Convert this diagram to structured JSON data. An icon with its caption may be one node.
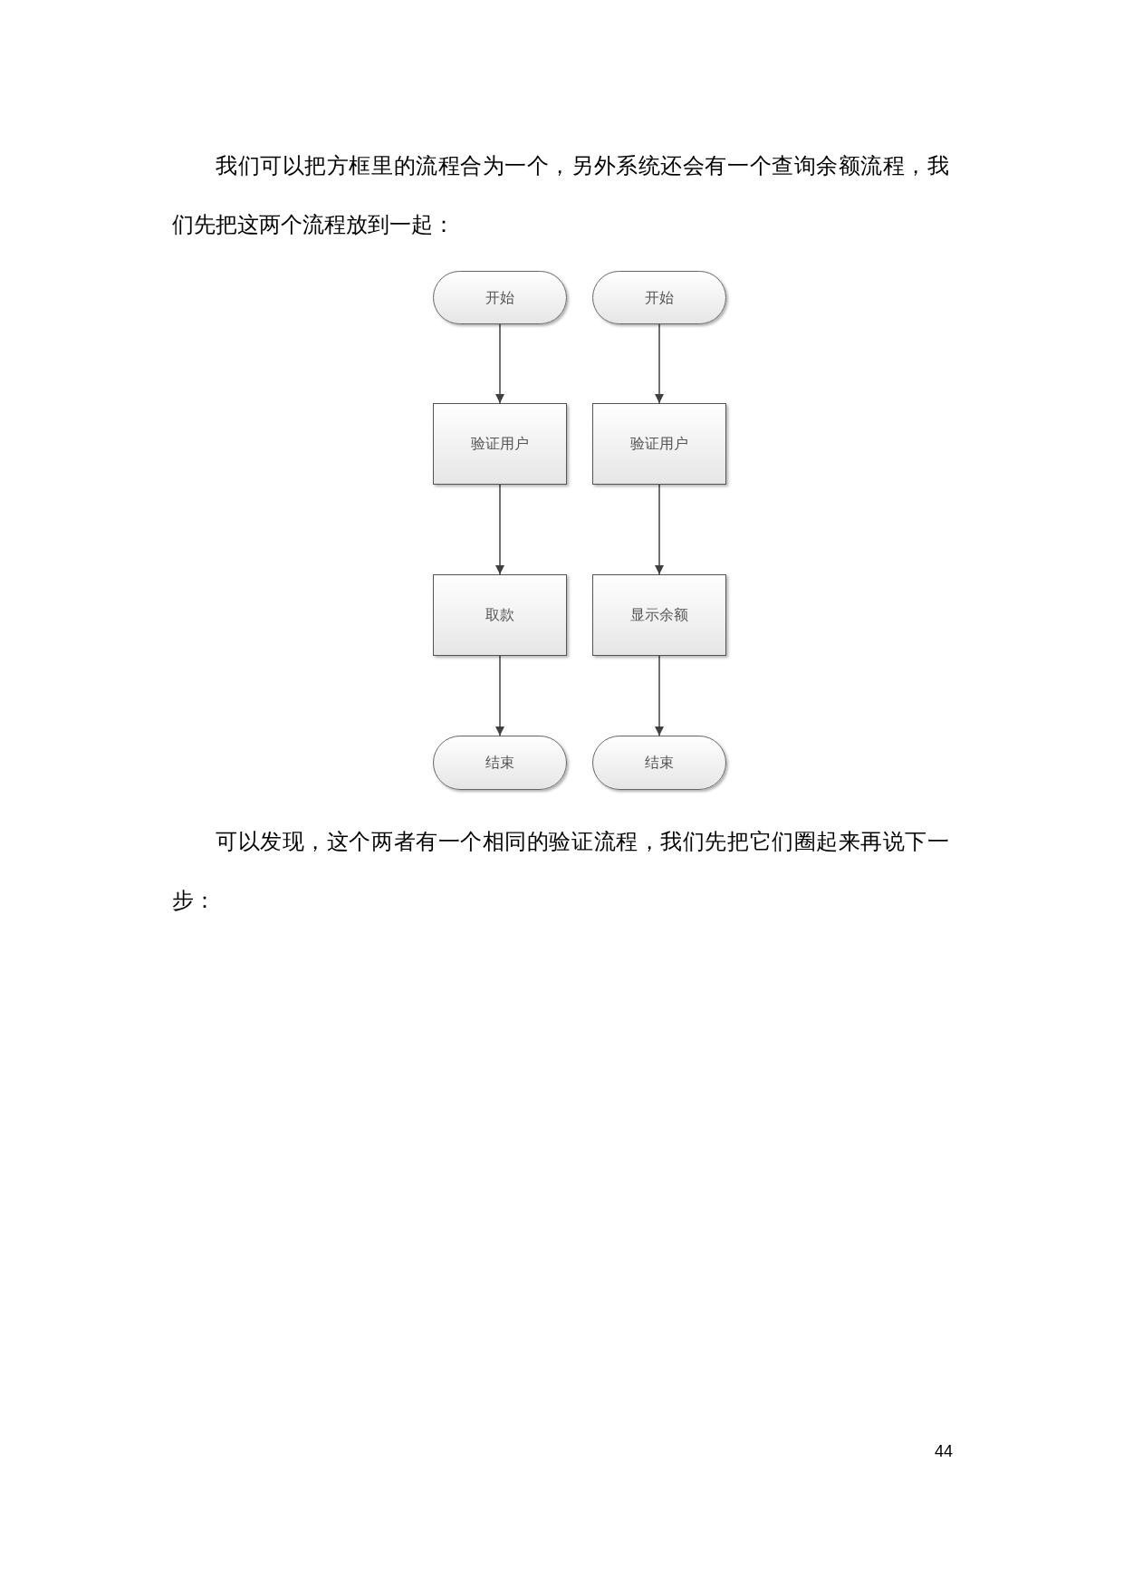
{
  "diagram": {
    "nodes": [
      {
        "text": [
          "开始"
        ]
      },
      {
        "text": [
          "验证用户"
        ]
      },
      {
        "text": [
          "取款"
        ]
      },
      {
        "text": [
          "结束"
        ]
      },
      {
        "text": [
          "开始"
        ]
      },
      {
        "text": [
          "验证用户"
        ]
      },
      {
        "text": [
          "显示余额"
        ]
      },
      {
        "text": [
          "结束"
        ]
      }
    ],
    "edges": [
      {
        "from": 0,
        "to": 1,
        "arrow": "to"
      },
      {
        "from": 1,
        "to": 2,
        "arrow": "to"
      },
      {
        "from": 2,
        "to": 3,
        "arrow": "to"
      },
      {
        "from": 4,
        "to": 5,
        "arrow": "to"
      },
      {
        "from": 5,
        "to": 6,
        "arrow": "to"
      },
      {
        "from": 6,
        "to": 7,
        "arrow": "to"
      }
    ],
    "labels": [
      "我们可以把方框里的流程合为一个，另外系统还会有一个查询余额流程，我们先把这两个流程放到一起：",
      "可以发现，这个两者有一个相同的验证流程，我们先把它们圈起来再说下一步：",
      "44"
    ]
  }
}
